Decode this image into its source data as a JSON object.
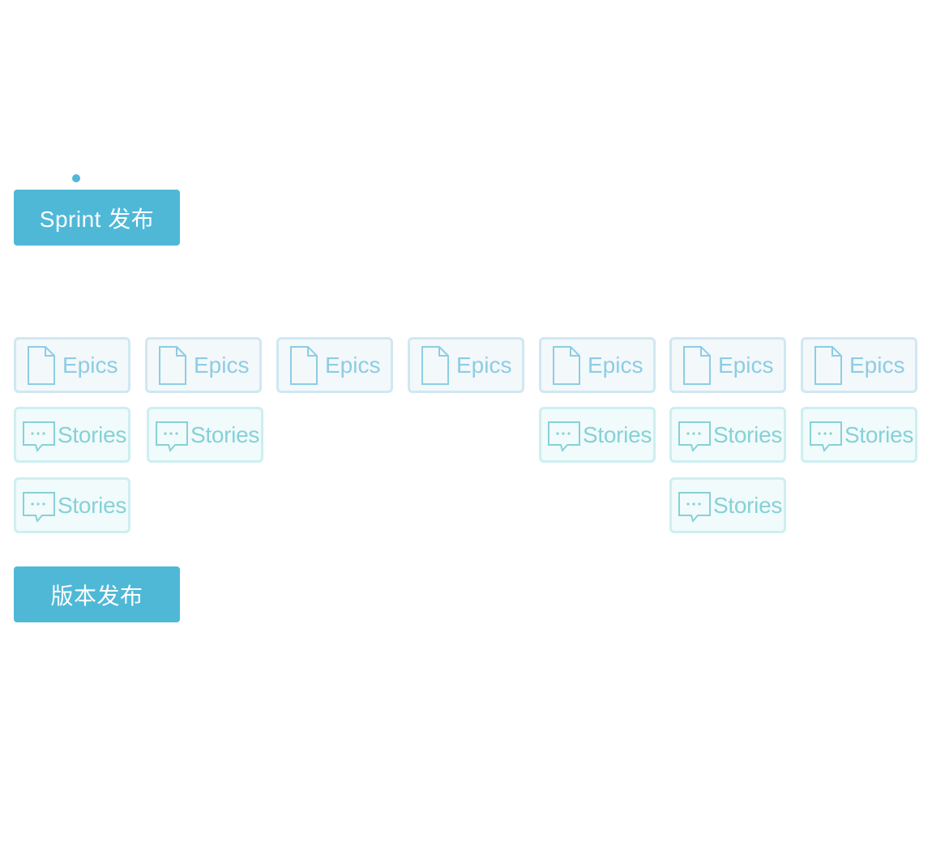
{
  "sprint_button": {
    "label": "Sprint 发布"
  },
  "release_button": {
    "label": "版本发布"
  },
  "card_labels": {
    "epic": "Epics",
    "story": "Stories"
  },
  "colors": {
    "accent": "#4fb8d7",
    "epic_border": "#cfe8f2",
    "epic_fill": "#f3f8fb",
    "epic_text": "#8dcde3",
    "story_border": "#cdeff1",
    "story_fill": "#f1fbfb",
    "story_text": "#86d1d8"
  },
  "columns": [
    {
      "epic": "Epics",
      "stories": [
        "Stories",
        "Stories"
      ]
    },
    {
      "epic": "Epics",
      "stories": [
        "Stories"
      ]
    },
    {
      "epic": "Epics",
      "stories": []
    },
    {
      "epic": "Epics",
      "stories": []
    },
    {
      "epic": "Epics",
      "stories": [
        "Stories"
      ]
    },
    {
      "epic": "Epics",
      "stories": [
        "Stories",
        "Stories"
      ]
    },
    {
      "epic": "Epics",
      "stories": [
        "Stories"
      ]
    }
  ],
  "icons": {
    "epic": "document-icon",
    "story": "chat-bubble-icon"
  }
}
